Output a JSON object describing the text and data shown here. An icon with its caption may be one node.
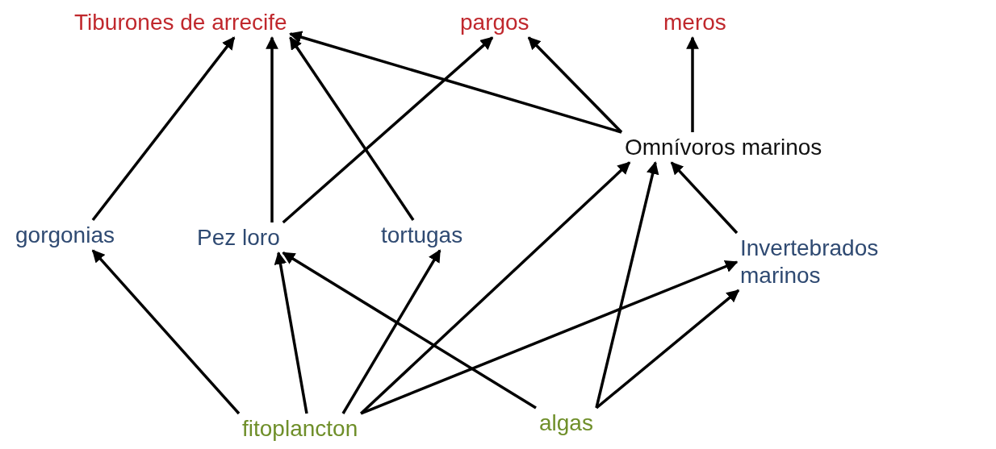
{
  "diagram": {
    "nodes": [
      {
        "text": [
          "Tiburones de arrecife"
        ]
      },
      {
        "text": [
          "pargos"
        ]
      },
      {
        "text": [
          "meros"
        ]
      },
      {
        "text": [
          "Omnívoros marinos"
        ]
      },
      {
        "text": [
          "gorgonias"
        ]
      },
      {
        "text": [
          "Pez loro"
        ]
      },
      {
        "text": [
          "tortugas"
        ]
      },
      {
        "text": [
          "Invertebrados marinos"
        ]
      },
      {
        "text": [
          "fitoplancton"
        ]
      },
      {
        "text": [
          "algas"
        ]
      }
    ],
    "edges": [
      {
        "from": 4,
        "to": 0,
        "arrow": "to"
      },
      {
        "from": 5,
        "to": 0,
        "arrow": "to"
      },
      {
        "from": 6,
        "to": 0,
        "arrow": "to"
      },
      {
        "from": 5,
        "to": 1,
        "arrow": "to"
      },
      {
        "from": 3,
        "to": 0,
        "arrow": "to"
      },
      {
        "from": 3,
        "to": 1,
        "arrow": "to"
      },
      {
        "from": 3,
        "to": 2,
        "arrow": "to"
      },
      {
        "from": 7,
        "to": 3,
        "arrow": "to"
      },
      {
        "from": 8,
        "to": 4,
        "arrow": "to"
      },
      {
        "from": 8,
        "to": 5,
        "arrow": "to"
      },
      {
        "from": 8,
        "to": 6,
        "arrow": "to"
      },
      {
        "from": 8,
        "to": 3,
        "arrow": "to"
      },
      {
        "from": 8,
        "to": 7,
        "arrow": "to"
      },
      {
        "from": 9,
        "to": 5,
        "arrow": "to"
      },
      {
        "from": 9,
        "to": 3,
        "arrow": "to"
      },
      {
        "from": 9,
        "to": 7,
        "arrow": "to"
      }
    ]
  }
}
